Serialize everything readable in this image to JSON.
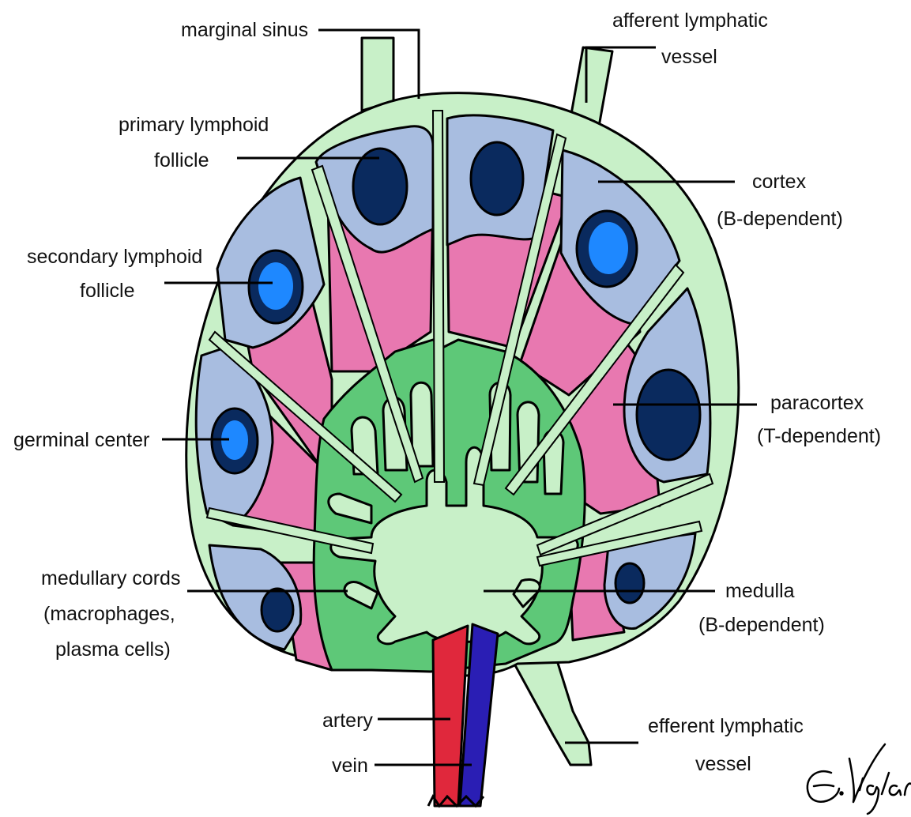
{
  "labels": {
    "marginal_sinus": "marginal sinus",
    "afferent_line1": "afferent lymphatic",
    "afferent_line2": "vessel",
    "primary_line1": "primary lymphoid",
    "primary_line2": "follicle",
    "cortex_line1": "cortex",
    "cortex_line2": "(B-dependent)",
    "secondary_line1": "secondary lymphoid",
    "secondary_line2": "follicle",
    "paracortex_line1": "paracortex",
    "paracortex_line2": "(T-dependent)",
    "germinal_center": "germinal center",
    "cords_line1": "medullary cords",
    "cords_line2": "(macrophages,",
    "cords_line3": "plasma cells)",
    "medulla_line1": "medulla",
    "medulla_line2": "(B-dependent)",
    "efferent_line1": "efferent lymphatic",
    "efferent_line2": "vessel",
    "artery": "artery",
    "vein": "vein"
  },
  "signature": "E.Viglar",
  "colors": {
    "capsule_sinus": "#c8f0c8",
    "cortex": "#a8bde0",
    "paracortex": "#e878b0",
    "medullary_cords": "#5ec878",
    "primary_follicle": "#0a2a5e",
    "germinal_center": "#1e88ff",
    "artery": "#e0283c",
    "vein": "#2a1eb4"
  }
}
